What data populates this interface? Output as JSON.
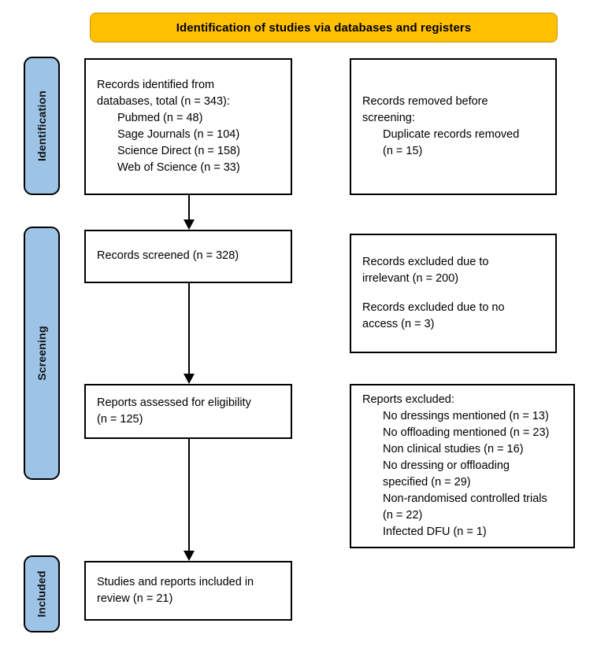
{
  "header": {
    "title": "Identification of studies via databases and registers",
    "background_color": "#FFC000"
  },
  "stages": {
    "identification": "Identification",
    "screening": "Screening",
    "included": "Included",
    "background_color": "#9DC3E6"
  },
  "boxes": {
    "identified": {
      "lines": [
        "Records identified from",
        "databases, total (n = 343):",
        "Pubmed (n = 48)",
        "Sage Journals (n = 104)",
        "Science Direct (n = 158)",
        "Web of Science (n = 33)"
      ]
    },
    "removed": {
      "lines": [
        "Records removed before",
        "screening:",
        "Duplicate records removed",
        "(n = 15)"
      ]
    },
    "screened": {
      "lines": [
        "Records screened (n = 328)"
      ]
    },
    "excluded_screening": {
      "lines": [
        "Records excluded due to",
        "irrelevant (n = 200)",
        "Records excluded due to no",
        "access (n = 3)"
      ]
    },
    "eligibility": {
      "lines": [
        "Reports assessed for eligibility",
        "(n = 125)"
      ]
    },
    "excluded_reports": {
      "lines": [
        "Reports excluded:",
        "No dressings mentioned (n = 13)",
        "No offloading mentioned (n = 23)",
        "Non clinical studies (n = 16)",
        "No dressing or offloading",
        "specified (n = 29)",
        "Non-randomised controlled trials",
        "(n = 22)",
        "Infected DFU (n = 1)"
      ]
    },
    "included": {
      "lines": [
        "Studies and reports included in",
        "review (n = 21)"
      ]
    }
  }
}
